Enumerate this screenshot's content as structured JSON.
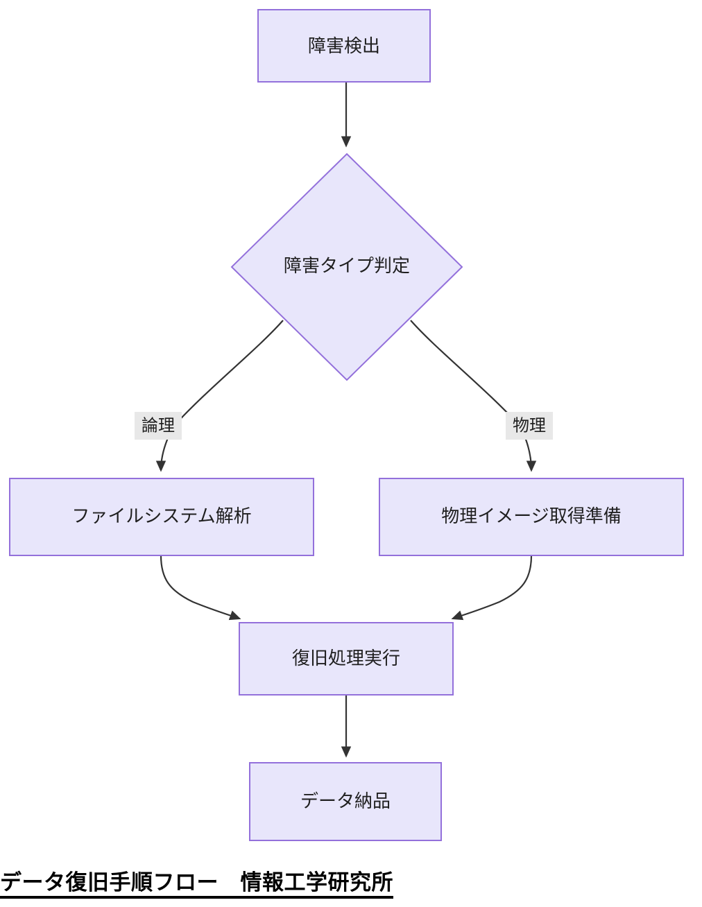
{
  "diagram": {
    "type": "flowchart",
    "direction": "top-down",
    "theme": {
      "node_fill": "#e8e6fb",
      "node_border": "#9370db",
      "edge_color": "#333333",
      "edge_label_bg": "#e8e8e8",
      "text_color": "#1f1f1f",
      "background": "#ffffff"
    },
    "nodes": [
      {
        "id": "detect",
        "label": "障害検出",
        "shape": "rect"
      },
      {
        "id": "classify",
        "label": "障害タイプ判定",
        "shape": "diamond"
      },
      {
        "id": "fs",
        "label": "ファイルシステム解析",
        "shape": "rect"
      },
      {
        "id": "image",
        "label": "物理イメージ取得準備",
        "shape": "rect"
      },
      {
        "id": "recover",
        "label": "復旧処理実行",
        "shape": "rect"
      },
      {
        "id": "deliver",
        "label": "データ納品",
        "shape": "rect"
      }
    ],
    "edges": [
      {
        "from": "detect",
        "to": "classify",
        "label": ""
      },
      {
        "from": "classify",
        "to": "fs",
        "label": "論理"
      },
      {
        "from": "classify",
        "to": "image",
        "label": "物理"
      },
      {
        "from": "fs",
        "to": "recover",
        "label": ""
      },
      {
        "from": "image",
        "to": "recover",
        "label": ""
      },
      {
        "from": "recover",
        "to": "deliver",
        "label": ""
      }
    ]
  },
  "caption": {
    "text": "データ復旧手順フロー　情報工学研究所"
  }
}
